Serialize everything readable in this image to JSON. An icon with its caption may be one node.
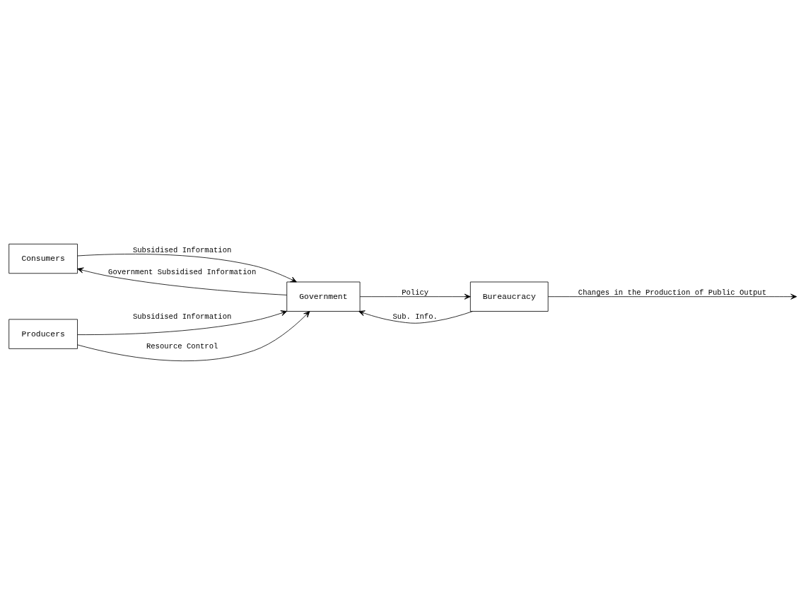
{
  "diagram": {
    "nodes": [
      {
        "text": [
          "Consumers"
        ]
      },
      {
        "text": [
          "Government"
        ]
      },
      {
        "text": [
          "Bureaucracy"
        ]
      },
      {
        "text": [
          "Producers"
        ]
      }
    ],
    "edges": [
      {
        "from": 0,
        "to": 1,
        "arrow": "to",
        "label": "Subsidised Information"
      },
      {
        "from": 1,
        "to": 0,
        "arrow": "to",
        "label": "Government Subsidised Information"
      },
      {
        "from": 2,
        "to": 1,
        "arrow": "to",
        "label": "Sub. Info."
      },
      {
        "from": 1,
        "to": 2,
        "arrow": "to",
        "label": "Policy"
      },
      {
        "from": 2,
        "to": null,
        "arrow": "to",
        "label": "Changes in the Production of Public Output"
      },
      {
        "from": 3,
        "to": 1,
        "arrow": "to",
        "label": "Subsidised Information"
      },
      {
        "from": 3,
        "to": 1,
        "arrow": "to",
        "label": "Resource Control"
      }
    ]
  }
}
